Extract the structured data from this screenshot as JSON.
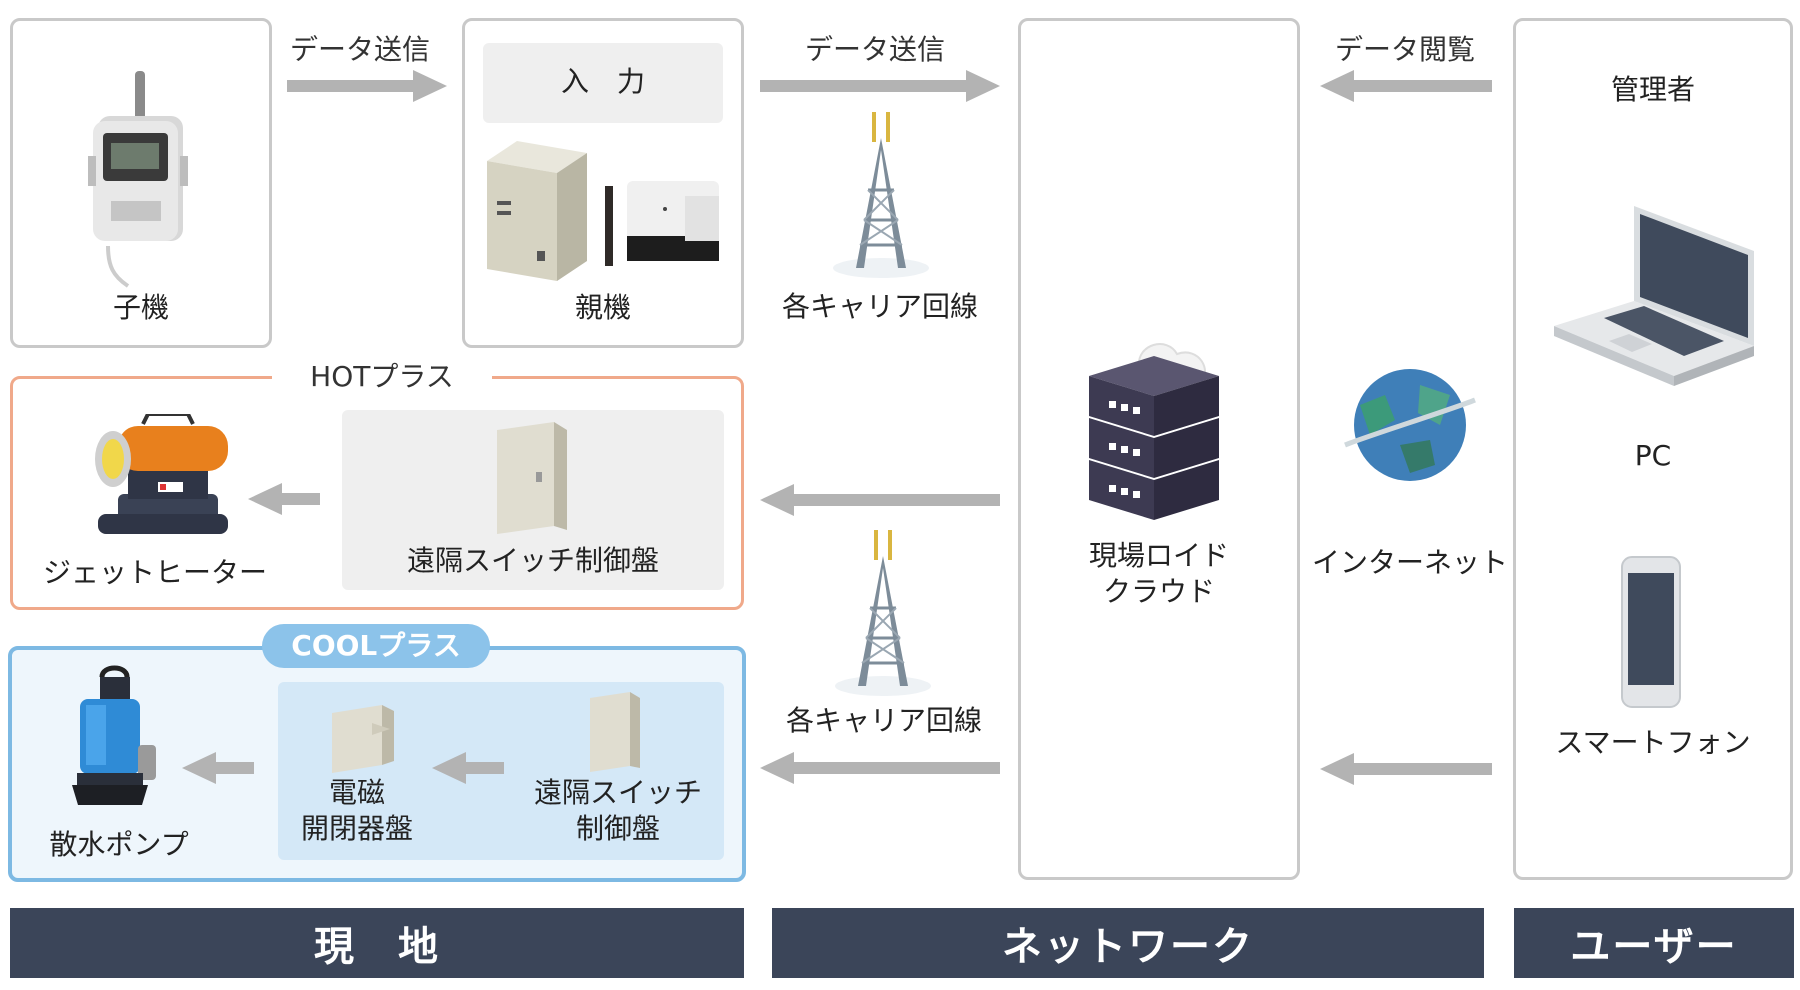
{
  "devices": {
    "child": "子機",
    "parent": "親機",
    "input": "入　力",
    "carrier_top": "各キャリア回線",
    "carrier_bottom": "各キャリア回線",
    "cloud_line1": "現場ロイド",
    "cloud_line2": "クラウド",
    "internet": "インターネット",
    "admin": "管理者",
    "pc": "PC",
    "smartphone": "スマートフォン"
  },
  "arrows": {
    "send1": "データ送信",
    "send2": "データ送信",
    "view": "データ閲覧"
  },
  "hot": {
    "title": "HOTプラス",
    "heater": "ジェットヒーター",
    "switch_panel": "遠隔スイッチ制御盤"
  },
  "cool": {
    "title": "COOLプラス",
    "pump": "散水ポンプ",
    "magnetic_line1": "電磁",
    "magnetic_line2": "開閉器盤",
    "switch_line1": "遠隔スイッチ",
    "switch_line2": "制御盤"
  },
  "footer": {
    "site": "現　地",
    "network": "ネットワーク",
    "user": "ユーザー"
  },
  "colors": {
    "footer_bg": "#3b4559",
    "hot_border": "#f0a98a",
    "cool_border": "#7db9e3",
    "arrow": "#b3b3b3"
  }
}
